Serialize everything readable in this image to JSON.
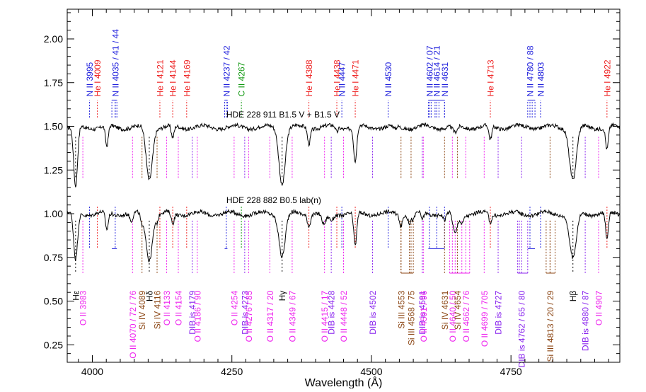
{
  "chart_data": {
    "type": "line",
    "title": "",
    "xlabel": "Wavelength (Å)",
    "ylabel": "",
    "xlim": [
      3955,
      4945
    ],
    "ylim": [
      0.15,
      2.17
    ],
    "xticks": [
      4000,
      4250,
      4500,
      4750
    ],
    "yticks": [
      0.25,
      0.5,
      0.75,
      1.0,
      1.25,
      1.5,
      1.75,
      2.0
    ],
    "ytick_labels": [
      "0.25",
      "0.50",
      "0.75",
      "1.00",
      "1.25",
      "1.50",
      "1.75",
      "2.00"
    ],
    "grid": false,
    "legend": "none",
    "spectra": [
      {
        "label": "HDE 228 911   B1.5 V + B1.5 V",
        "continuum": 1.495,
        "label_at": [
          4240,
          1.55
        ],
        "lines": [
          [
            3970,
            0.35,
            3.5
          ],
          [
            4026,
            0.12,
            2.5
          ],
          [
            4102,
            0.3,
            5.5
          ],
          [
            4144,
            0.07,
            2.5
          ],
          [
            4340,
            0.32,
            5.5
          ],
          [
            4388,
            0.09,
            2.5
          ],
          [
            4438,
            0.03,
            2
          ],
          [
            4471,
            0.2,
            2.8
          ],
          [
            4542,
            0.02,
            2.5
          ],
          [
            4650,
            0.04,
            4
          ],
          [
            4713,
            0.08,
            2.5
          ],
          [
            4861,
            0.3,
            6
          ],
          [
            4922,
            0.13,
            2.5
          ]
        ]
      },
      {
        "label": "HDE 228 882   B0.5 lab(n)",
        "continuum": 1.0,
        "label_at": [
          4240,
          1.06
        ],
        "lines": [
          [
            3970,
            0.27,
            3.5
          ],
          [
            4026,
            0.1,
            2.5
          ],
          [
            4070,
            0.05,
            3
          ],
          [
            4089,
            0.06,
            2.5
          ],
          [
            4102,
            0.26,
            5.5
          ],
          [
            4116,
            0.04,
            2.5
          ],
          [
            4144,
            0.06,
            2.5
          ],
          [
            4340,
            0.24,
            5.5
          ],
          [
            4388,
            0.06,
            2.5
          ],
          [
            4415,
            0.07,
            4
          ],
          [
            4428,
            0.04,
            4
          ],
          [
            4471,
            0.19,
            2.8
          ],
          [
            4553,
            0.06,
            2.5
          ],
          [
            4568,
            0.05,
            2.5
          ],
          [
            4575,
            0.04,
            2.5
          ],
          [
            4591,
            0.04,
            2.5
          ],
          [
            4631,
            0.04,
            2.5
          ],
          [
            4650,
            0.12,
            4
          ],
          [
            4662,
            0.05,
            3
          ],
          [
            4713,
            0.05,
            2.5
          ],
          [
            4861,
            0.26,
            6
          ],
          [
            4922,
            0.15,
            2.5
          ]
        ]
      }
    ],
    "top_labels": [
      {
        "text": "N II 3995",
        "x": 3995,
        "color": "#2222dd"
      },
      {
        "text": "He I 4009",
        "x": 4009,
        "color": "#ee2222"
      },
      {
        "text": "N II 4035 / 41 / 44",
        "x": 4041,
        "color": "#2222dd"
      },
      {
        "text": "He I 4121",
        "x": 4121,
        "color": "#ee2222"
      },
      {
        "text": "He I 4144",
        "x": 4144,
        "color": "#ee2222"
      },
      {
        "text": "He I 4169",
        "x": 4169,
        "color": "#ee2222"
      },
      {
        "text": "N II 4237 / 42",
        "x": 4240,
        "color": "#2222dd"
      },
      {
        "text": "C II 4267",
        "x": 4267,
        "color": "#119911"
      },
      {
        "text": "He I 4388",
        "x": 4388,
        "color": "#ee2222"
      },
      {
        "text": "He I 4438",
        "x": 4438,
        "color": "#ee2222"
      },
      {
        "text": "N II 4447",
        "x": 4447,
        "color": "#2222dd"
      },
      {
        "text": "He I 4471",
        "x": 4471,
        "color": "#ee2222"
      },
      {
        "text": "N II 4530",
        "x": 4530,
        "color": "#2222dd"
      },
      {
        "text": "N II 4602 / 07",
        "x": 4604,
        "color": "#2222dd"
      },
      {
        "text": "N II 4614 / 21",
        "x": 4617,
        "color": "#2222dd"
      },
      {
        "text": "N II 4631",
        "x": 4631,
        "color": "#2222dd"
      },
      {
        "text": "He I 4713",
        "x": 4713,
        "color": "#ee2222"
      },
      {
        "text": "N II 4780 / 88",
        "x": 4784,
        "color": "#2222dd"
      },
      {
        "text": "N II 4803",
        "x": 4803,
        "color": "#2222dd"
      },
      {
        "text": "He I 4922",
        "x": 4922,
        "color": "#ee2222"
      }
    ],
    "top_groups": [
      {
        "color": "#2222dd",
        "lines": [
          4035,
          4041,
          4044
        ]
      },
      {
        "color": "#2222dd",
        "lines": [
          4237,
          4242
        ]
      },
      {
        "color": "#2222dd",
        "lines": [
          4602,
          4607,
          4614,
          4621,
          4631
        ]
      },
      {
        "color": "#2222dd",
        "lines": [
          4780,
          4788,
          4793
        ]
      }
    ],
    "bottom_labels": [
      {
        "text": "Hε",
        "x": 3970,
        "color": "#000000",
        "level": 0
      },
      {
        "text": "O II 3983",
        "x": 3983,
        "color": "#ee22ee",
        "level": 1
      },
      {
        "text": "O II 4070 / 72 / 76",
        "x": 4072,
        "color": "#ee22ee",
        "level": 4
      },
      {
        "text": "Si IV 4089",
        "x": 4089,
        "color": "#8b4513",
        "level": 2
      },
      {
        "text": "Hδ",
        "x": 4102,
        "color": "#000000",
        "level": 0
      },
      {
        "text": "Si IV 4116",
        "x": 4116,
        "color": "#8b4513",
        "level": 2
      },
      {
        "text": "O II 4133",
        "x": 4133,
        "color": "#ee22ee",
        "level": 1
      },
      {
        "text": "O II 4154",
        "x": 4154,
        "color": "#ee22ee",
        "level": 1
      },
      {
        "text": "DIB is 4179",
        "x": 4179,
        "color": "#8822ee",
        "level": 2
      },
      {
        "text": "O II 4186 / 90",
        "x": 4188,
        "color": "#ee22ee",
        "level": 2
      },
      {
        "text": "O II 4254",
        "x": 4254,
        "color": "#ee22ee",
        "level": 1
      },
      {
        "text": "DIB is 4273",
        "x": 4273,
        "color": "#8822ee",
        "level": 1
      },
      {
        "text": "O II 4276 / 85",
        "x": 4280,
        "color": "#ee22ee",
        "level": 1
      },
      {
        "text": "O II 4317 / 20",
        "x": 4318,
        "color": "#ee22ee",
        "level": 2
      },
      {
        "text": "Hγ",
        "x": 4340,
        "color": "#000000",
        "level": 0
      },
      {
        "text": "O II 4349 / 67",
        "x": 4358,
        "color": "#ee22ee",
        "level": 2
      },
      {
        "text": "O II 4415 / 17",
        "x": 4416,
        "color": "#ee22ee",
        "level": 2
      },
      {
        "text": "DIB is 4428",
        "x": 4428,
        "color": "#8822ee",
        "level": 2
      },
      {
        "text": "O II 4448 / 52",
        "x": 4450,
        "color": "#ee22ee",
        "level": 2
      },
      {
        "text": "DIB is 4502",
        "x": 4502,
        "color": "#8822ee",
        "level": 2
      },
      {
        "text": "Si III 4553",
        "x": 4553,
        "color": "#8b4513",
        "level": 1
      },
      {
        "text": "Si III 4568 / 75",
        "x": 4571,
        "color": "#8b4513",
        "level": 2
      },
      {
        "text": "DIB is 4591",
        "x": 4591,
        "color": "#8822ee",
        "level": 1
      },
      {
        "text": "O II 4591 / 96",
        "x": 4593,
        "color": "#ee22ee",
        "level": 2
      },
      {
        "text": "Si IV 4631",
        "x": 4631,
        "color": "#8b4513",
        "level": 1
      },
      {
        "text": "O II 4640 / 50",
        "x": 4645,
        "color": "#ee22ee",
        "level": 2
      },
      {
        "text": "Si IV 4654",
        "x": 4654,
        "color": "#8b4513",
        "level": 1
      },
      {
        "text": "O II 4662 / 76",
        "x": 4669,
        "color": "#ee22ee",
        "level": 2
      },
      {
        "text": "O II 4699 / 705",
        "x": 4702,
        "color": "#ee22ee",
        "level": 2
      },
      {
        "text": "DIB is 4727",
        "x": 4727,
        "color": "#8822ee",
        "level": 2
      },
      {
        "text": "DIB is 4762 / 65 / 80",
        "x": 4769,
        "color": "#8822ee",
        "level": 4
      },
      {
        "text": "Si III 4813 / 20 / 29",
        "x": 4820,
        "color": "#8b4513",
        "level": 3
      },
      {
        "text": "Hβ",
        "x": 4861,
        "color": "#000000",
        "level": 0
      },
      {
        "text": "DIB is 4880 / 87",
        "x": 4883,
        "color": "#8822ee",
        "level": 2
      },
      {
        "text": "O II 4907",
        "x": 4907,
        "color": "#ee22ee",
        "level": 1
      }
    ],
    "bottom_groups": [
      {
        "color": "#8b4513",
        "lines": [
          4553,
          4568,
          4575
        ]
      },
      {
        "color": "#ee22ee",
        "lines": [
          4640,
          4650,
          4662,
          4676
        ]
      },
      {
        "color": "#8822ee",
        "lines": [
          4762,
          4765,
          4780
        ]
      },
      {
        "color": "#8b4513",
        "lines": [
          4813,
          4820,
          4829
        ]
      }
    ]
  }
}
